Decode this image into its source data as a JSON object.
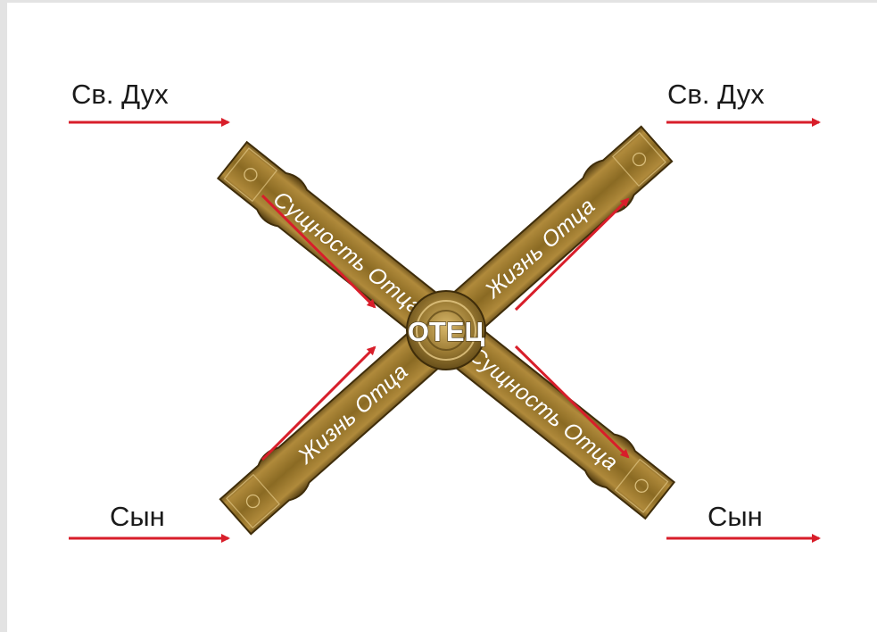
{
  "diagram": {
    "left_top_label": "Св. Дух",
    "right_top_label": "Св. Дух",
    "left_bottom_label": "Сын",
    "right_bottom_label": "Сын",
    "beam_nw_label": "Сущность Отца",
    "beam_se_label": "Сущность Отца",
    "beam_ne_label": "Жизнь Отца",
    "beam_sw_label": "Жизнь Отца",
    "center_label": "ОТЕЦ"
  },
  "colors": {
    "arrow": "#d81e2a",
    "beam": "#8a6a23",
    "text_dark": "#1a1a1a",
    "text_light": "#ffffff",
    "background": "#ffffff"
  }
}
